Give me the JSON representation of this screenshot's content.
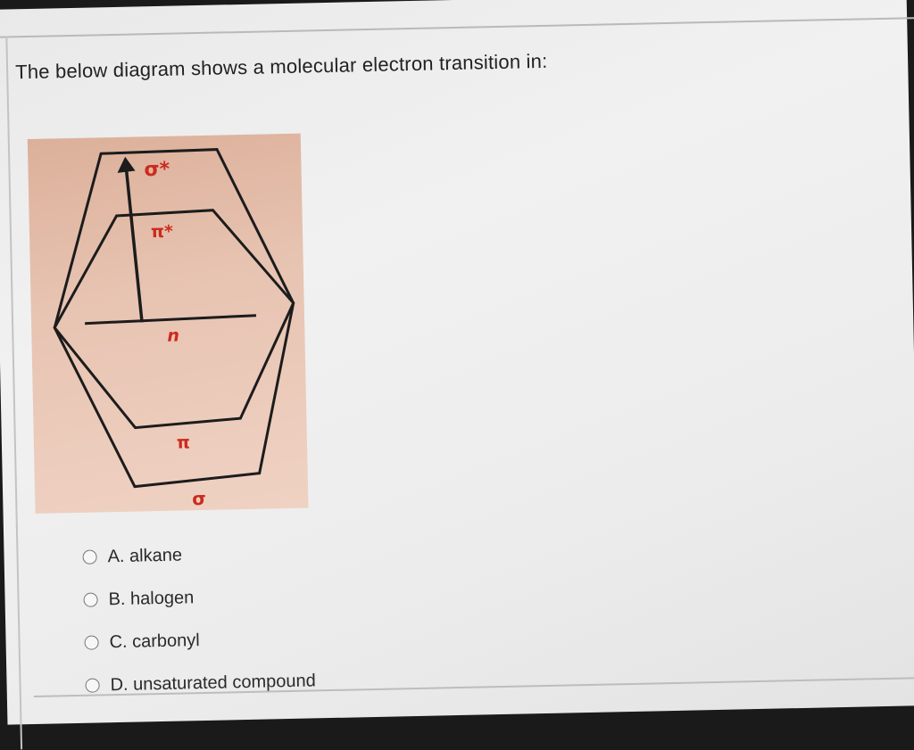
{
  "question": {
    "text": "The below diagram shows a molecular electron transition in:"
  },
  "diagram": {
    "levels": {
      "sigma_star": "σ*",
      "pi_star": "π*",
      "n": "n",
      "pi": "π",
      "sigma": "σ"
    }
  },
  "options": [
    {
      "label": "A. alkane",
      "selected": false
    },
    {
      "label": "B. halogen",
      "selected": false
    },
    {
      "label": "C. carbonyl",
      "selected": false
    },
    {
      "label": "D. unsaturated compound",
      "selected": false
    }
  ]
}
